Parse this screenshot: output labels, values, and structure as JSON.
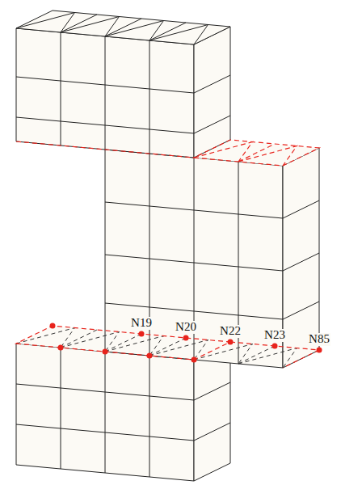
{
  "diagram": {
    "labels": [
      "N19",
      "N20",
      "N22",
      "N23",
      "N85"
    ]
  }
}
